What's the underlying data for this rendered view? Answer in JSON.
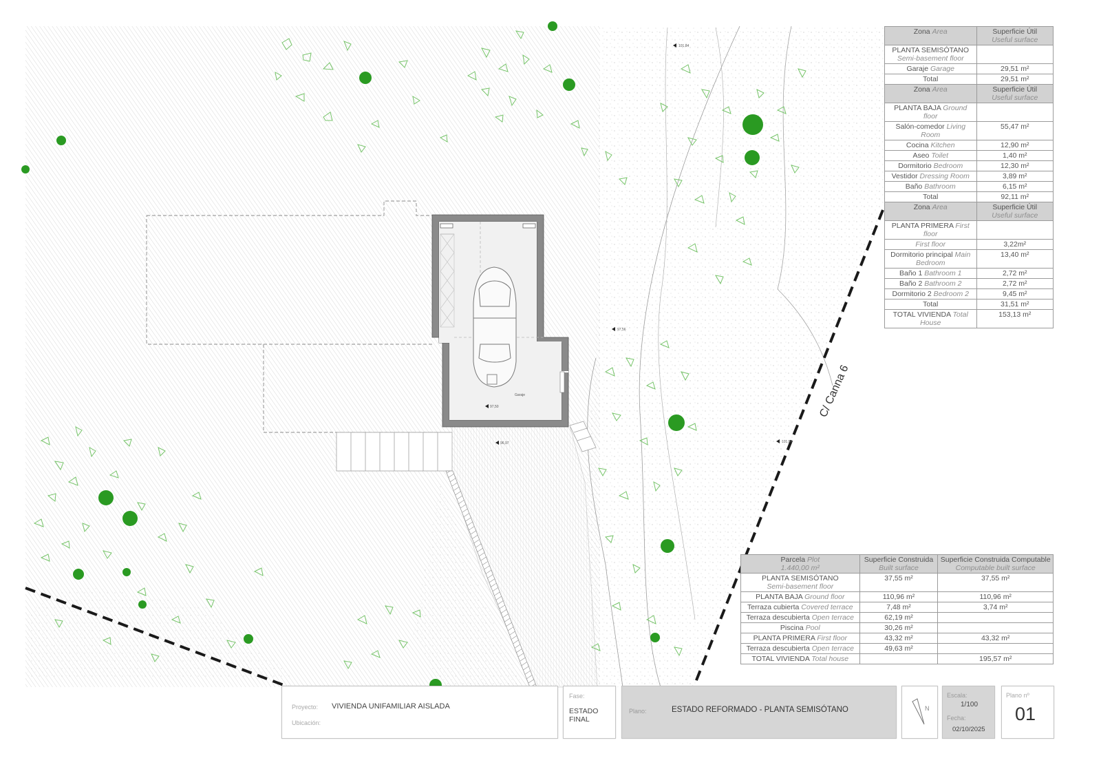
{
  "street_label": "C/ Canna 6",
  "garage_label": "Garaje",
  "spot_levels": [
    "101,84",
    "97,56",
    "101,54",
    "97,50",
    "96,97"
  ],
  "areas_table": {
    "sections": [
      {
        "header": {
          "zone": "Zona",
          "zone_en": "Area",
          "surface": "Superficie Útil",
          "surface_en": "Useful surface"
        },
        "floor": {
          "es": "PLANTA SEMISÓTANO",
          "en": "Semi-basement floor"
        },
        "rows": [
          {
            "es": "Garaje",
            "en": "Garage",
            "value": "29,51 m²"
          },
          {
            "es": "Total",
            "en": "",
            "value": "29,51 m²"
          }
        ]
      },
      {
        "header": {
          "zone": "Zona",
          "zone_en": "Area",
          "surface": "Superficie Útil",
          "surface_en": "Useful surface"
        },
        "floor": {
          "es": "PLANTA BAJA",
          "en": "Ground floor"
        },
        "rows": [
          {
            "es": "Salón-comedor",
            "en": "Living Room",
            "value": "55,47 m²"
          },
          {
            "es": "Cocina",
            "en": "Kitchen",
            "value": "12,90 m²"
          },
          {
            "es": "Aseo",
            "en": "Toilet",
            "value": "1,40 m²"
          },
          {
            "es": "Dormitorio",
            "en": "Bedroom",
            "value": "12,30 m²"
          },
          {
            "es": "Vestidor",
            "en": "Dressing Room",
            "value": "3,89 m²"
          },
          {
            "es": "Baño",
            "en": "Bathroom",
            "value": "6,15 m²"
          },
          {
            "es": "Total",
            "en": "",
            "value": "92,11 m²"
          }
        ]
      },
      {
        "header": {
          "zone": "Zona",
          "zone_en": "Area",
          "surface": "Superficie Útil",
          "surface_en": "Useful surface"
        },
        "floor": {
          "es": "PLANTA PRIMERA",
          "en": "First floor"
        },
        "rows": [
          {
            "es": "",
            "en": "First floor",
            "value": "3,22m²"
          },
          {
            "es": "Dormitorio principal",
            "en": "Main Bedroom",
            "value": "13,40 m²"
          },
          {
            "es": "Baño 1",
            "en": "Bathroom 1",
            "value": "2,72 m²"
          },
          {
            "es": "Baño 2",
            "en": "Bathroom 2",
            "value": "2,72 m²"
          },
          {
            "es": "Dormitorio 2",
            "en": "Bedroom 2",
            "value": "9,45 m²"
          },
          {
            "es": "Total",
            "en": "",
            "value": "31,51 m²"
          },
          {
            "es": "TOTAL VIVIENDA",
            "en": "Total House",
            "value": "153,13 m²"
          }
        ]
      }
    ]
  },
  "built_table": {
    "header": {
      "plot": "Parcela",
      "plot_en": "Plot",
      "plot_area": "1.440,00 m²",
      "built": "Superficie Construida",
      "built_en": "Built surface",
      "computable": "Superficie Construida Computable",
      "computable_en": "Computable built surface"
    },
    "rows": [
      {
        "es": "PLANTA SEMISÓTANO",
        "en": "Semi-basement floor",
        "built": "37,55 m²",
        "computable": "37,55 m²"
      },
      {
        "es": "PLANTA BAJA",
        "en": "Ground floor",
        "built": "110,96 m²",
        "computable": "110,96 m²"
      },
      {
        "es": "Terraza cubierta",
        "en": "Covered terrace",
        "built": "7,48 m²",
        "computable": "3,74 m²"
      },
      {
        "es": "Terraza descubierta",
        "en": "Open terrace",
        "built": "62,19 m²",
        "computable": ""
      },
      {
        "es": "Piscina",
        "en": "Pool",
        "built": "30,26 m²",
        "computable": ""
      },
      {
        "es": "PLANTA PRIMERA",
        "en": "First floor",
        "built": "43,32 m²",
        "computable": "43,32 m²"
      },
      {
        "es": "Terraza descubierta",
        "en": "Open terrace",
        "built": "49,63 m²",
        "computable": ""
      },
      {
        "es": "TOTAL VIVIENDA",
        "en": "Total house",
        "built": "",
        "computable": "195,57 m²"
      }
    ]
  },
  "title_block": {
    "proyecto_label": "Proyecto:",
    "proyecto_value": "VIVIENDA UNIFAMILIAR AISLADA",
    "ubicacion_label": "Ubicación:",
    "fase_label": "Fase:",
    "fase_value": "ESTADO FINAL",
    "plano_label": "Plano:",
    "plano_value": "ESTADO REFORMADO - PLANTA SEMISÓTANO",
    "north_label": "N",
    "escala_label": "Escala:",
    "escala_value": "1/100",
    "fecha_label": "Fecha:",
    "fecha_value": "02/10/2025",
    "plano_n_label": "Plano nº",
    "plano_n_value": "01"
  }
}
